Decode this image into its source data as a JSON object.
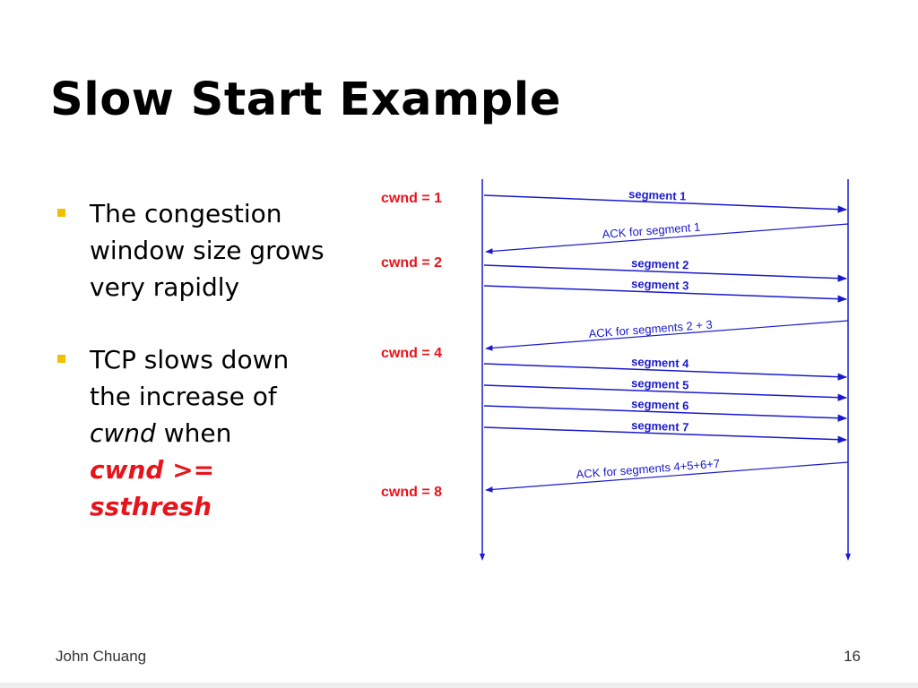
{
  "slide": {
    "title": "Slow Start Example",
    "bullets": [
      {
        "lines": [
          "The congestion",
          "window size grows",
          "very rapidly"
        ]
      },
      {
        "lines": [
          "TCP slows down",
          "the increase of"
        ],
        "em_word": "cwnd",
        "em_suffix": " when",
        "red_lines": [
          "cwnd >=",
          "ssthresh"
        ]
      }
    ],
    "footer": {
      "author": "John Chuang",
      "page": "16"
    }
  },
  "diagram": {
    "cwnd_labels": [
      "cwnd = 1",
      "cwnd = 2",
      "cwnd = 4",
      "cwnd = 8"
    ],
    "segments": [
      "segment 1",
      "segment 2",
      "segment 3",
      "segment 4",
      "segment 5",
      "segment 6",
      "segment 7"
    ],
    "acks": [
      "ACK for segment 1",
      "ACK for segments 2 + 3",
      "ACK for segments 4+5+6+7"
    ],
    "colors": {
      "arrow": "#1a1acc",
      "cwnd": "#e8141b",
      "bullet": "#f0c000"
    }
  }
}
